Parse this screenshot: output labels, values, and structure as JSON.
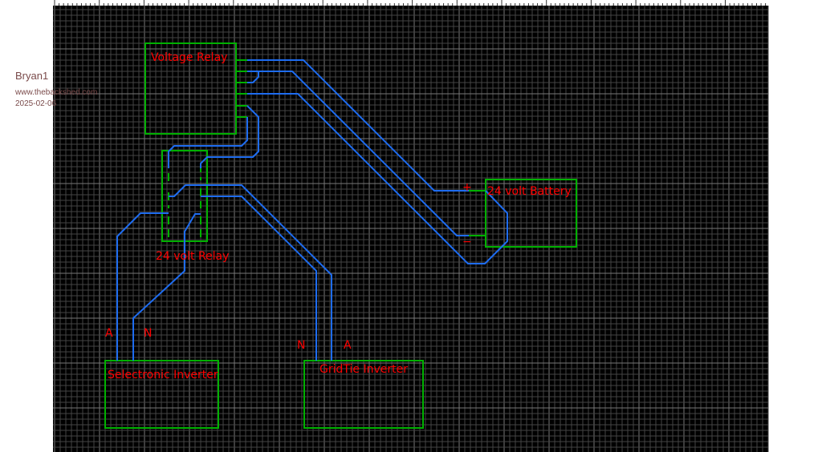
{
  "author": "Bryan1",
  "site": "www.thebackshed.com",
  "date": "2025-02-06",
  "colors": {
    "board": "#000000",
    "grid": "#4a4a4a",
    "outline": "#00b000",
    "trace": "#1e6cf0",
    "label": "#ff0000"
  },
  "components": {
    "voltage_relay": "Voltage Relay",
    "relay_24v": "24 volt Relay",
    "battery": "24 volt Battery",
    "selectronic": "Selectronic Inverter",
    "gridtie": "GridTie Inverter"
  },
  "pins": {
    "plus": "+",
    "minus": "−",
    "sel_a": "A",
    "sel_n": "N",
    "gt_n": "N",
    "gt_a": "A"
  }
}
